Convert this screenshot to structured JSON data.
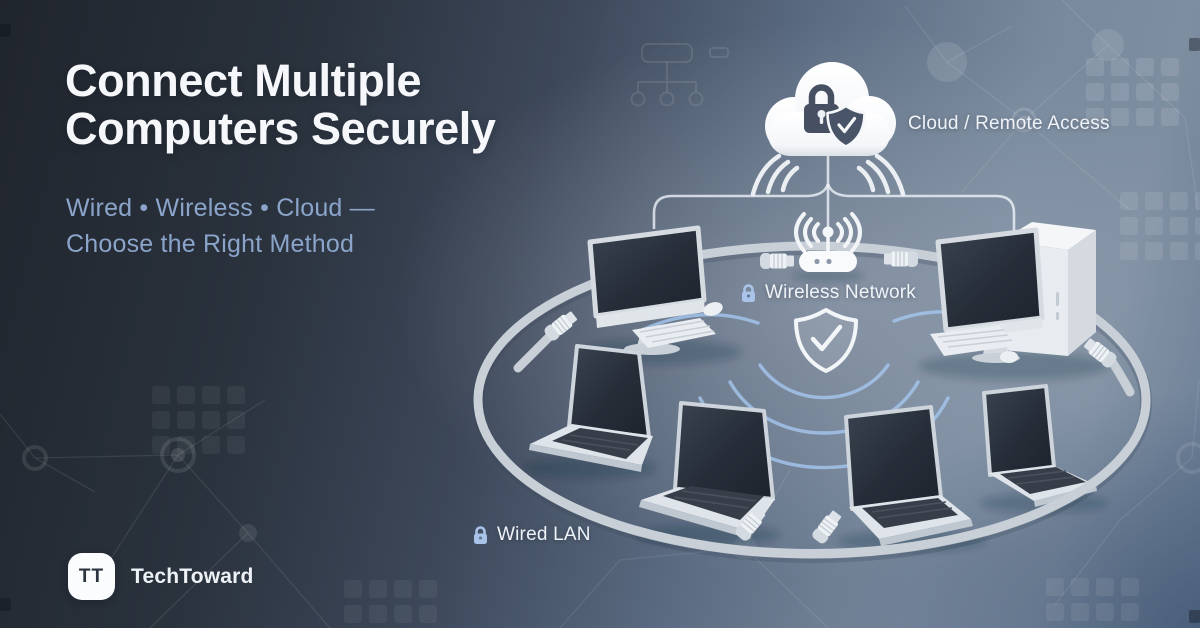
{
  "hero": {
    "title_line1": "Connect Multiple",
    "title_line2": "Computers Securely",
    "subtitle_line1": "Wired • Wireless • Cloud —",
    "subtitle_line2": "Choose the Right Method"
  },
  "diagram": {
    "labels": {
      "cloud": "Cloud / Remote Access",
      "wireless": "Wireless Network",
      "wired": "Wired LAN"
    },
    "icons": [
      "cloud-icon",
      "lock-icon",
      "shield-check-icon",
      "router-icon",
      "wifi-signal-icon",
      "ethernet-cable",
      "rj45-connector",
      "desktop-computer",
      "tower-pc",
      "laptop",
      "keyboard",
      "mouse"
    ],
    "device_counts": {
      "desktops": 2,
      "laptops": 4,
      "routers": 1,
      "clouds": 1
    }
  },
  "logo": {
    "mark": "TT",
    "name": "TechToward"
  },
  "colors": {
    "background_dark": "#20252d",
    "background_light": "#7e8ea1",
    "title_text": "#f5f7fa",
    "subtitle_text": "#8ba4ca",
    "label_text": "#eff3f8",
    "lock_icon_blue": "#a9c4e8",
    "wave_accent": "#a4c6ee",
    "cable": "#c8cfd7",
    "cloud_white": "#ffffff",
    "cloud_badge_dark": "#465062",
    "device_screen": "#252c37",
    "device_body": "#e3e8ed"
  }
}
